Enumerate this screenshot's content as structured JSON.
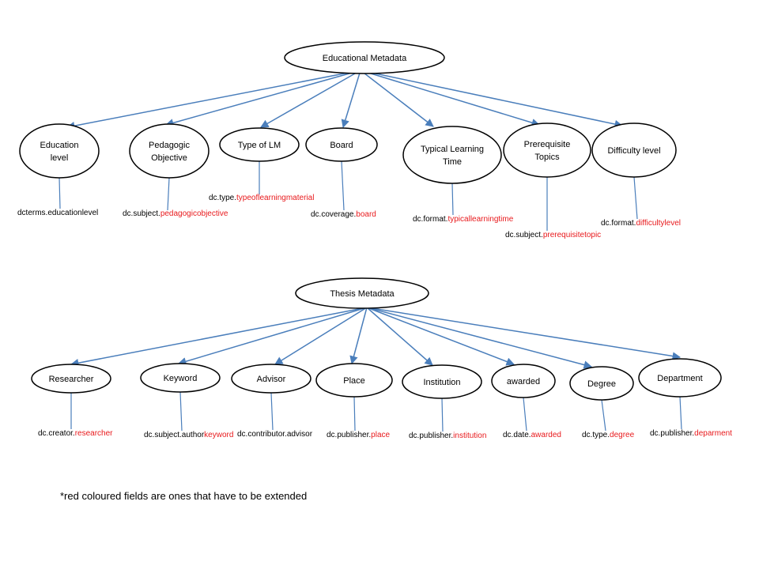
{
  "colors": {
    "edge": "#4a7ebb",
    "node_stroke": "#000000",
    "base_text": "#000000",
    "extended_text": "#e8191c"
  },
  "diagrams": [
    {
      "id": "educational",
      "root": "Educational Metadata",
      "children": [
        {
          "id": "education-level",
          "label": [
            "Education",
            "level"
          ],
          "field": {
            "base": "dcterms.educationlevel",
            "ext": ""
          }
        },
        {
          "id": "pedagogic-objective",
          "label": [
            "Pedagogic",
            "Objective"
          ],
          "field": {
            "base": "dc.subject.",
            "ext": "pedagogicobjective"
          }
        },
        {
          "id": "type-of-lm",
          "label": [
            "Type of LM"
          ],
          "field": {
            "base": "dc.type.",
            "ext": "typeoflearningmaterial"
          }
        },
        {
          "id": "board",
          "label": [
            "Board"
          ],
          "field": {
            "base": "dc.coverage.",
            "ext": "board"
          }
        },
        {
          "id": "typical-learning-time",
          "label": [
            "Typical Learning",
            "Time"
          ],
          "field": {
            "base": "dc.format.",
            "ext": "typicallearningtime"
          }
        },
        {
          "id": "prerequisite-topics",
          "label": [
            "Prerequisite",
            "Topics"
          ],
          "field": {
            "base": "dc.subject.",
            "ext": "prerequisitetopic"
          }
        },
        {
          "id": "difficulty-level",
          "label": [
            "Difficulty level"
          ],
          "field": {
            "base": "dc.format.",
            "ext": "difficultylevel"
          }
        }
      ]
    },
    {
      "id": "thesis",
      "root": "Thesis Metadata",
      "children": [
        {
          "id": "researcher",
          "label": [
            "Researcher"
          ],
          "field": {
            "base": "dc.creator.",
            "ext": "researcher"
          }
        },
        {
          "id": "keyword",
          "label": [
            "Keyword"
          ],
          "field": {
            "base": "dc.subject.author",
            "ext": "keyword"
          }
        },
        {
          "id": "advisor",
          "label": [
            "Advisor"
          ],
          "field": {
            "base": "dc.contributor.advisor",
            "ext": ""
          }
        },
        {
          "id": "place",
          "label": [
            "Place"
          ],
          "field": {
            "base": "dc.publisher.",
            "ext": "place"
          }
        },
        {
          "id": "institution",
          "label": [
            "Institution"
          ],
          "field": {
            "base": "dc.publisher.",
            "ext": "institution"
          }
        },
        {
          "id": "awarded",
          "label": [
            "awarded"
          ],
          "field": {
            "base": "dc.date.",
            "ext": "awarded"
          }
        },
        {
          "id": "degree",
          "label": [
            "Degree"
          ],
          "field": {
            "base": "dc.type.",
            "ext": "degree"
          }
        },
        {
          "id": "department",
          "label": [
            "Department"
          ],
          "field": {
            "base": "dc.publisher.",
            "ext": "deparment"
          }
        }
      ]
    }
  ],
  "footnote": "*red coloured fields are ones that have to be extended"
}
